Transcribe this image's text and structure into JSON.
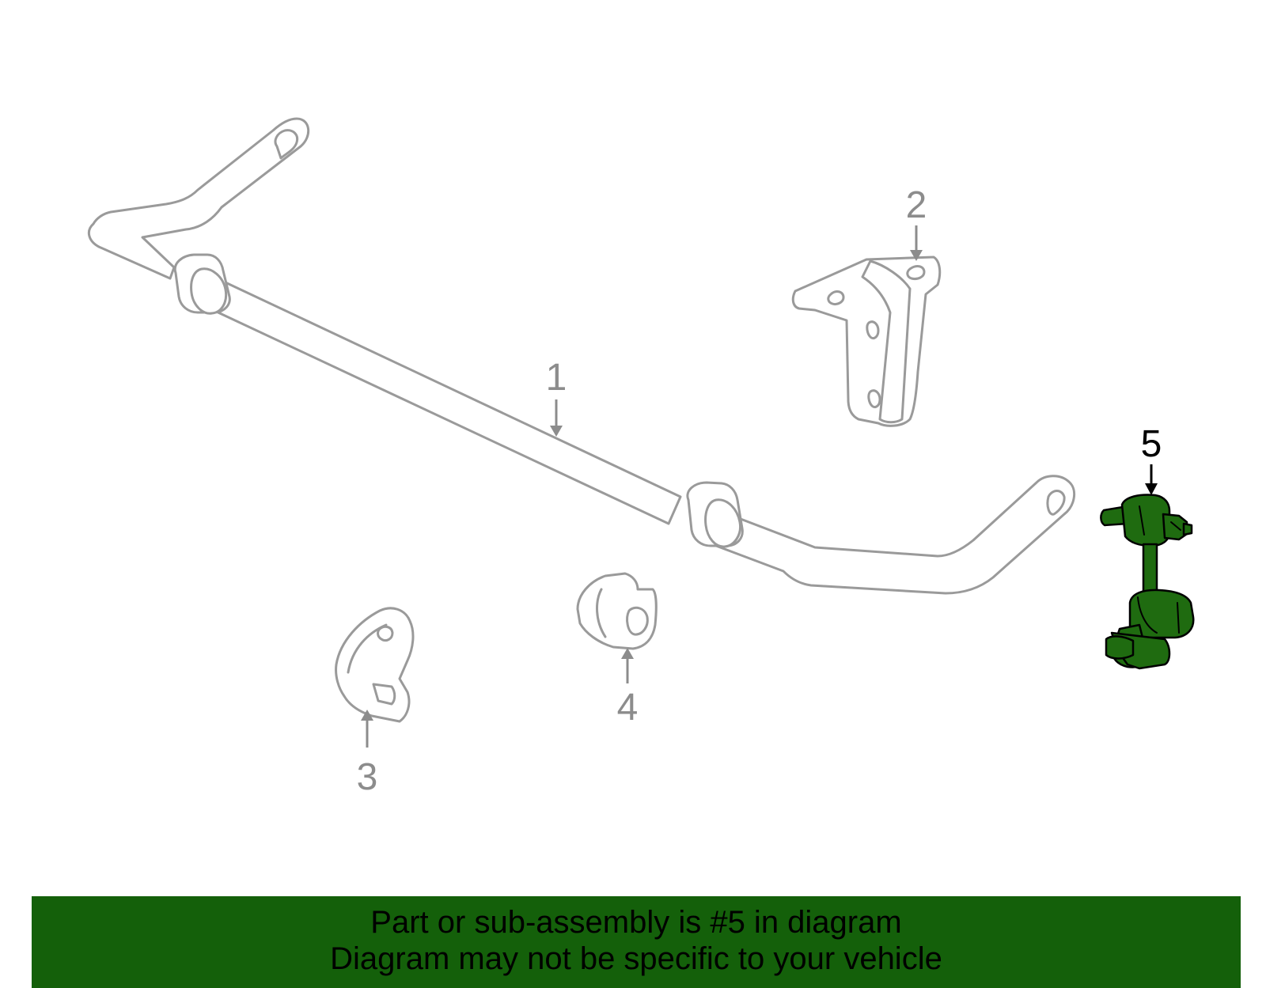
{
  "colors": {
    "part_outline": "#9a9a9a",
    "highlight_fill": "#1f6b10",
    "highlight_outline": "#000000",
    "banner_background": "#14600a",
    "callout_gray": "#8c8c8c",
    "callout_active": "#000000"
  },
  "callouts": [
    {
      "number": "1",
      "part": "stabilizer-bar",
      "highlighted": false
    },
    {
      "number": "2",
      "part": "mounting-bracket",
      "highlighted": false
    },
    {
      "number": "3",
      "part": "bushing-bracket",
      "highlighted": false
    },
    {
      "number": "4",
      "part": "bushing",
      "highlighted": false
    },
    {
      "number": "5",
      "part": "stabilizer-link",
      "highlighted": true
    }
  ],
  "banner": {
    "line1": "Part or sub-assembly is #5 in diagram",
    "line2": "Diagram may not be specific to your vehicle"
  }
}
